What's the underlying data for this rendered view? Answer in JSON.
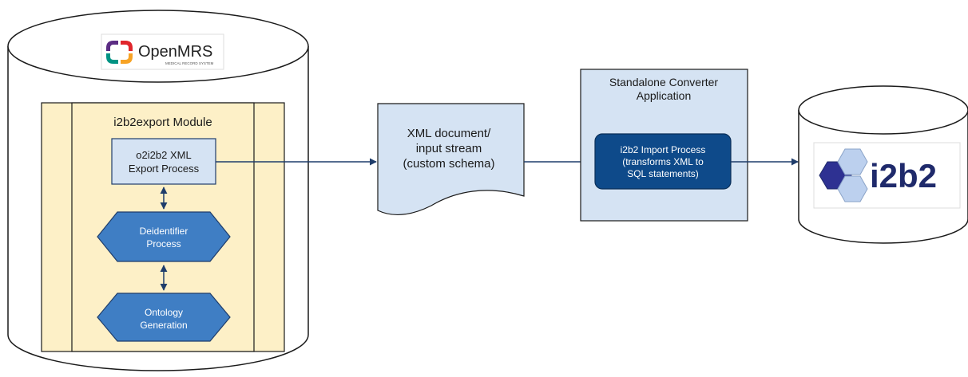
{
  "openmrs_logo": {
    "name": "OpenMRS",
    "tagline": "MEDICAL RECORD SYSTEM",
    "colors": [
      "#5b2c83",
      "#e0262c",
      "#f7a325",
      "#009384"
    ]
  },
  "module": {
    "title": "i2b2export Module"
  },
  "processes": {
    "export": {
      "line1": "o2i2b2 XML",
      "line2": "Export Process"
    },
    "deidentifier": {
      "line1": "Deidentifier",
      "line2": "Process"
    },
    "ontology": {
      "line1": "Ontology",
      "line2": "Generation"
    }
  },
  "document": {
    "line1": "XML document/",
    "line2": "input stream",
    "line3": "(custom schema)"
  },
  "converter": {
    "title_line1": "Standalone Converter",
    "title_line2": "Application",
    "import_line1": "i2b2 Import Process",
    "import_line2": "(transforms XML to",
    "import_line3": "SQL statements)"
  },
  "i2b2_logo": {
    "name": "i2b2",
    "colors": [
      "#2e3192",
      "#bcd0ee",
      "#1f2a6b"
    ]
  }
}
